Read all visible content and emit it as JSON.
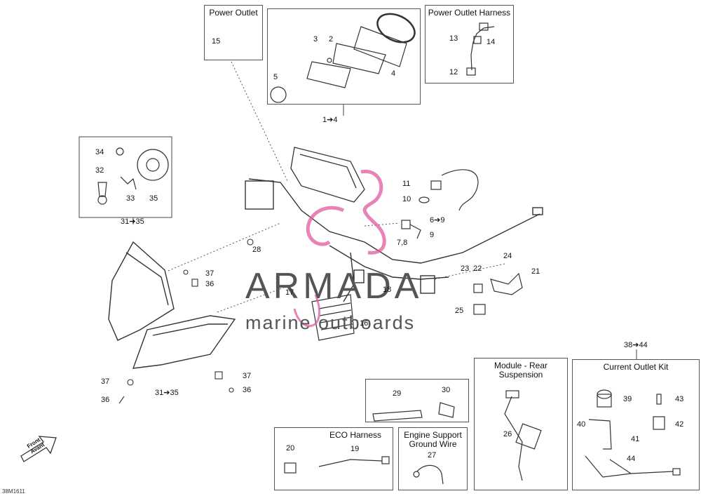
{
  "corner_code": "38M1611",
  "front_label": {
    "line1": "Front",
    "line2": "Avant"
  },
  "watermark": {
    "brand": "ARMADA",
    "tagline": "marine outboards",
    "accent_color": "#e05aa0"
  },
  "boxes": {
    "power_outlet": "Power Outlet",
    "power_outlet_harness": "Power Outlet Harness",
    "module_rear_suspension": {
      "line1": "Module - Rear",
      "line2": "Suspension"
    },
    "current_outlet_kit": "Current Outlet Kit",
    "eco_harness": "ECO Harness",
    "engine_support_ground_wire": {
      "line1": "Engine Support",
      "line2": "Ground Wire"
    }
  },
  "callouts": {
    "c1_4": "1➔4",
    "c2": "2",
    "c3": "3",
    "c4": "4",
    "c5": "5",
    "c6_9": "6➔9",
    "c7_8": "7,8",
    "c9": "9",
    "c10": "10",
    "c11": "11",
    "c12": "12",
    "c13": "13",
    "c14": "14",
    "c15": "15",
    "c16": "16",
    "c17": "17",
    "c18": "18",
    "c19": "19",
    "c20": "20",
    "c21": "21",
    "c22": "22",
    "c23": "23",
    "c24": "24",
    "c25": "25",
    "c26": "26",
    "c27": "27",
    "c28": "28",
    "c29": "29",
    "c30": "30",
    "c31_35_top": "31➔35",
    "c31_35_bottom": "31➔35",
    "c32": "32",
    "c33": "33",
    "c34": "34",
    "c35": "35",
    "c36_a": "36",
    "c36_b": "36",
    "c36_c": "36",
    "c37_a": "37",
    "c37_b": "37",
    "c37_c": "37",
    "c38_44": "38➔44",
    "c39": "39",
    "c40": "40",
    "c41": "41",
    "c42": "42",
    "c43": "43",
    "c44": "44"
  }
}
